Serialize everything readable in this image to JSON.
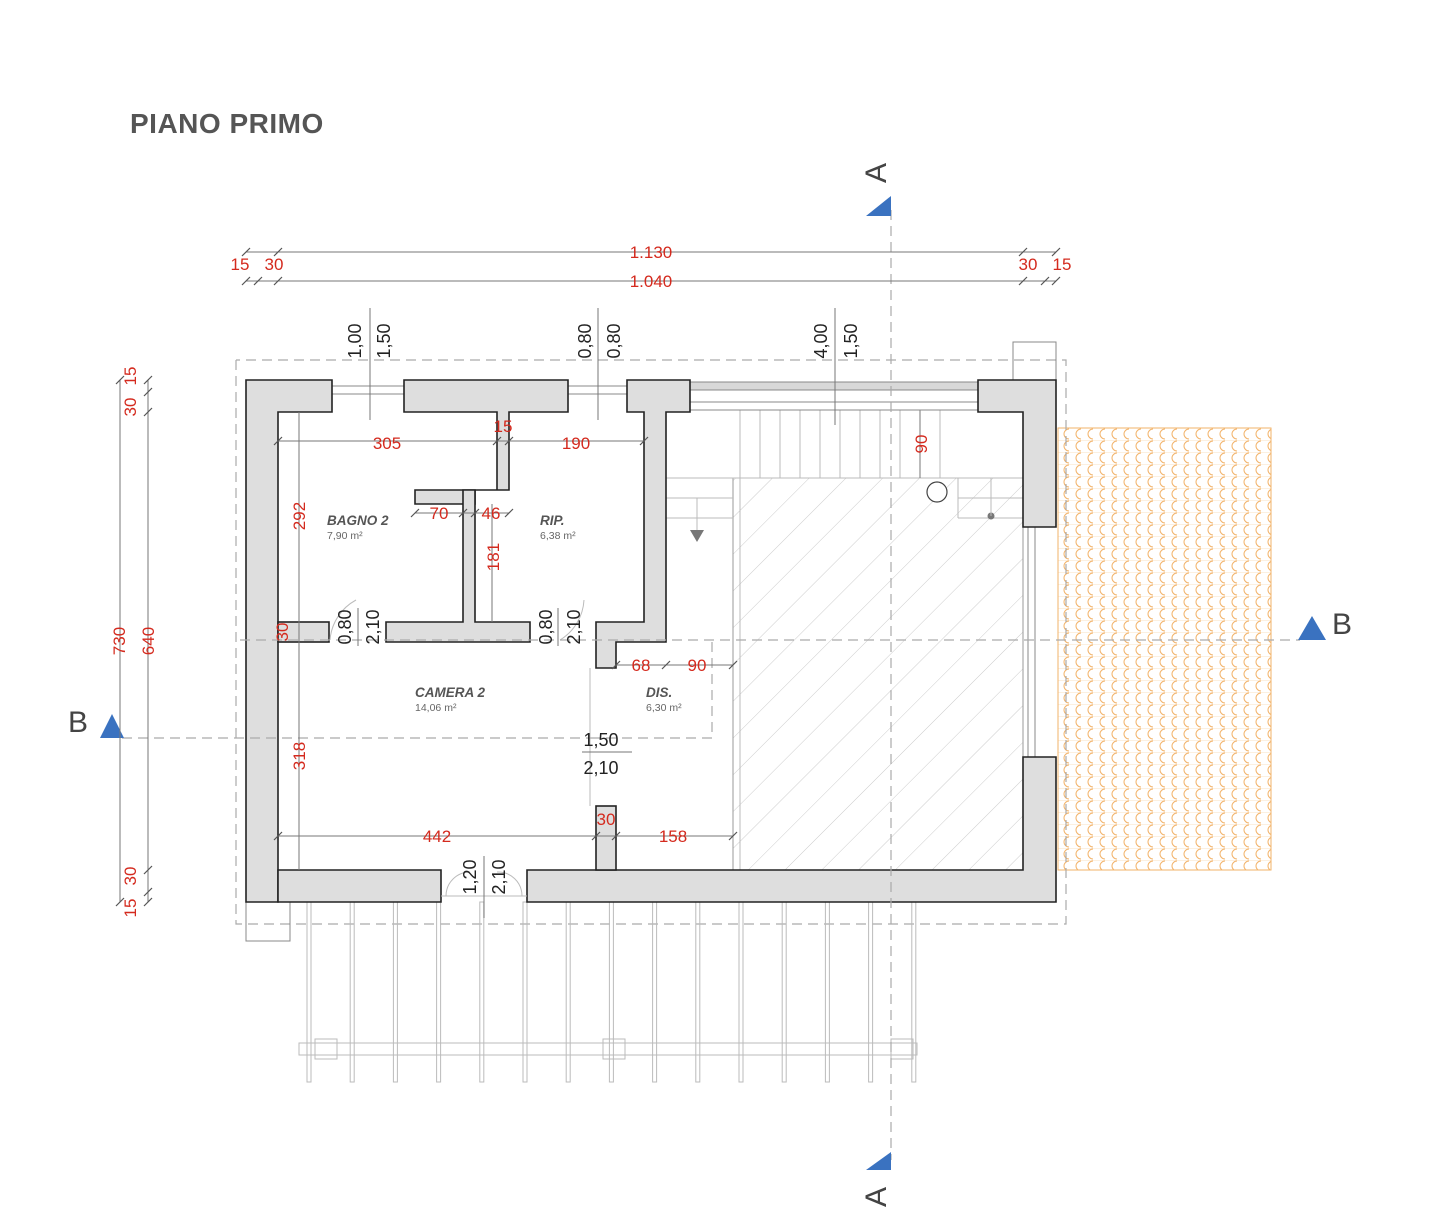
{
  "title": "PIANO PRIMO",
  "section_labels": {
    "a": "A",
    "b": "B"
  },
  "rooms": [
    {
      "name": "BAGNO 2",
      "area": "7,90 m²"
    },
    {
      "name": "RIP.",
      "area": "6,38 m²"
    },
    {
      "name": "CAMERA 2",
      "area": "14,06 m²"
    },
    {
      "name": "DIS.",
      "area": "6,30 m²"
    }
  ],
  "dimensions": {
    "overall_outer": "1.130",
    "overall_inner": "1.040",
    "top_15_left": "15",
    "top_30_left": "30",
    "top_30_right": "30",
    "top_15_right": "15",
    "left_730": "730",
    "left_640": "640",
    "left_15_top": "15",
    "left_30_top": "30",
    "left_30_bottom": "30",
    "left_15_bottom": "15",
    "bagno_width": "305",
    "rip_width": "190",
    "wall_15": "15",
    "bagno_depth": "292",
    "inner_70": "70",
    "inner_46": "46",
    "inner_181": "181",
    "wall_30_left": "30",
    "camera_depth": "318",
    "dis_68": "68",
    "dis_90": "90",
    "camera_width": "442",
    "wall_30_mid": "30",
    "dis_158": "158",
    "stair_90": "90"
  },
  "openings": {
    "win_bagno_w": "1,00",
    "win_bagno_h": "1,50",
    "win_rip_w": "0,80",
    "win_rip_h": "0,80",
    "win_stair_w": "4,00",
    "win_stair_h": "1,50",
    "door_bagno_w": "0,80",
    "door_bagno_h": "2,10",
    "door_rip_w": "0,80",
    "door_rip_h": "2,10",
    "door_camera_w": "1,50",
    "door_camera_h": "2,10",
    "door_balcony_w": "1,20",
    "door_balcony_h": "2,10"
  },
  "colors": {
    "dimension_text": "#d42a1e",
    "section_marker": "#3a72c0",
    "roof_tiles": "#f2b36a",
    "wall_fill": "#dedede"
  }
}
